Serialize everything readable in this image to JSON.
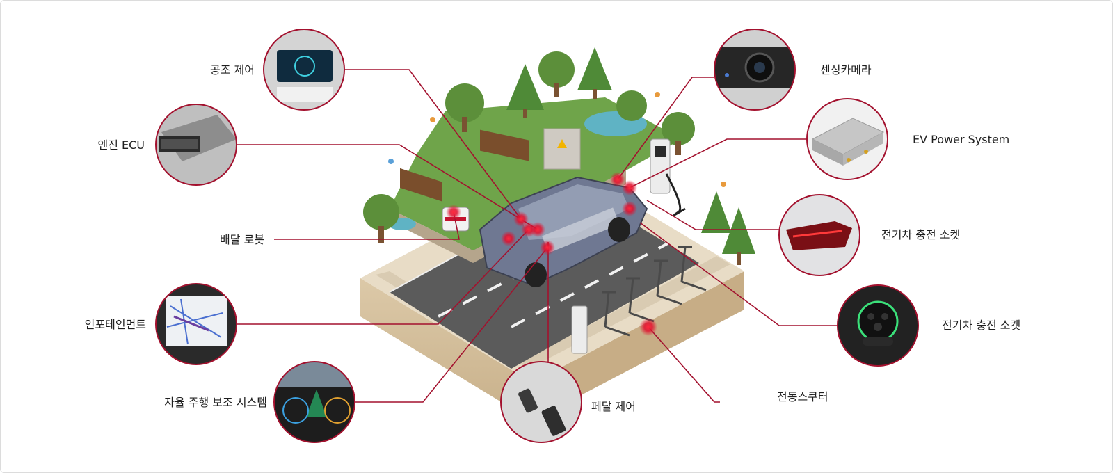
{
  "labels": {
    "hvac": "공조 제어",
    "engine_ecu": "엔진 ECU",
    "delivery_robot": "배달 로봇",
    "infotainment": "인포테인먼트",
    "adas": "자율 주행 보조 시스템",
    "pedal": "페달 제어",
    "scooter": "전동스쿠터",
    "socket_a": "전기차 충전 소켓",
    "socket_b": "전기차 충전 소켓",
    "ev_power": "EV Power System",
    "camera": "센싱카메라"
  },
  "colors": {
    "accent": "#a3112e",
    "leader_line": "#a3112e",
    "hotspot": "#e0102e"
  }
}
